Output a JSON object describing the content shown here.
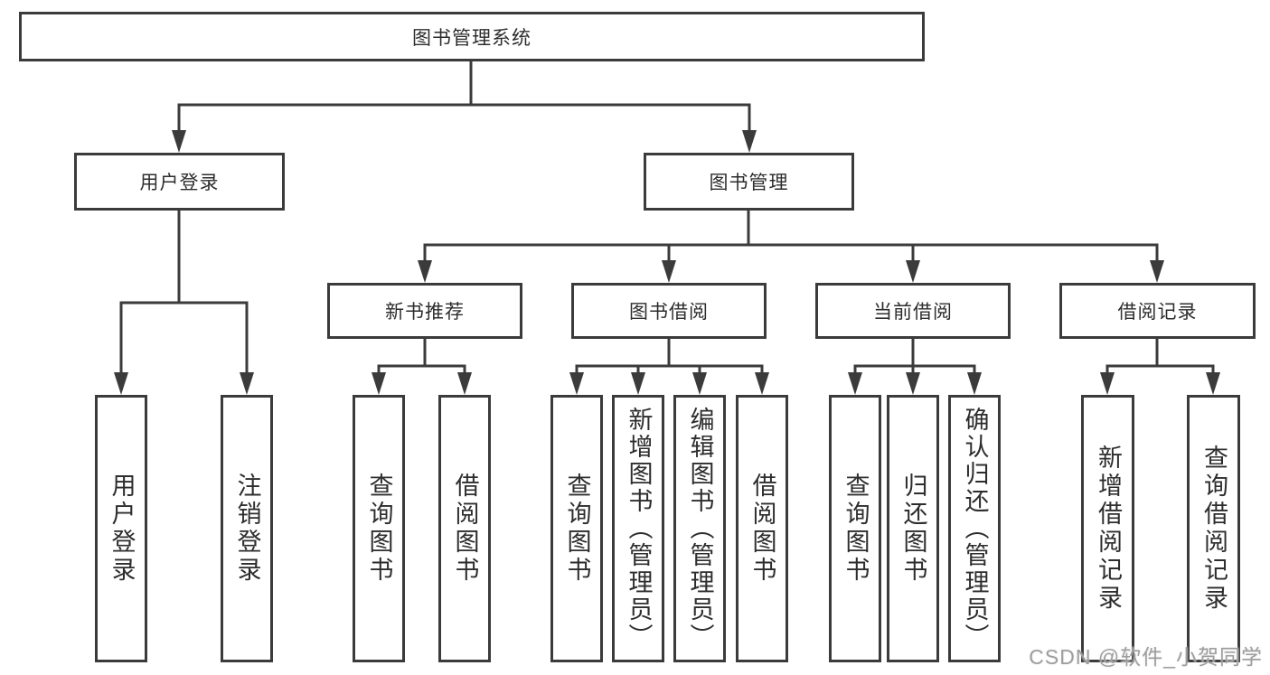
{
  "colors": {
    "line": "#3b3b3b",
    "box_border": "#3b3b3b",
    "text": "#2d2d2d",
    "watermark": "#9e9e9e",
    "background": "#ffffff"
  },
  "tree": {
    "label": "图书管理系统",
    "children": [
      {
        "label": "用户登录",
        "children": [
          {
            "label": "用户登录"
          },
          {
            "label": "注销登录"
          }
        ]
      },
      {
        "label": "图书管理",
        "children": [
          {
            "label": "新书推荐",
            "children": [
              {
                "label": "查询图书"
              },
              {
                "label": "借阅图书"
              }
            ]
          },
          {
            "label": "图书借阅",
            "children": [
              {
                "label": "查询图书"
              },
              {
                "label": "新增图书（管理员）"
              },
              {
                "label": "编辑图书（管理员）"
              },
              {
                "label": "借阅图书"
              }
            ]
          },
          {
            "label": "当前借阅",
            "children": [
              {
                "label": "查询图书"
              },
              {
                "label": "归还图书"
              },
              {
                "label": "确认归还（管理员）"
              }
            ]
          },
          {
            "label": "借阅记录",
            "children": [
              {
                "label": "新增借阅记录"
              },
              {
                "label": "查询借阅记录"
              }
            ]
          }
        ]
      }
    ]
  },
  "watermark": {
    "text": "CSDN @软件_小贺同学"
  }
}
